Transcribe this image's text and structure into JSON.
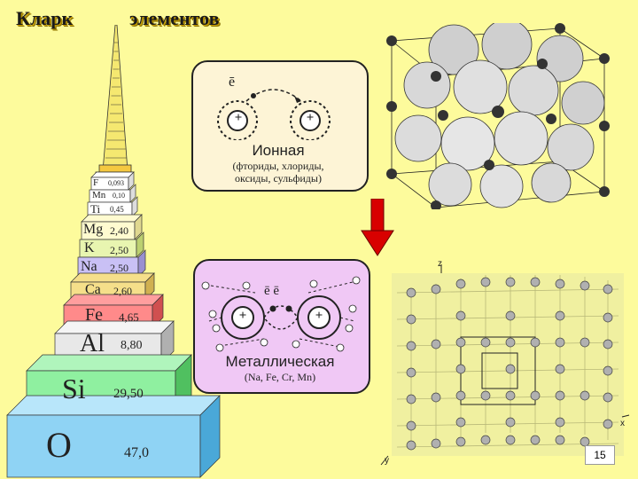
{
  "title": {
    "part1": "Кларк",
    "part2": "элементов"
  },
  "pyramid": [
    {
      "symbol": "F",
      "value": "0,093"
    },
    {
      "symbol": "Mn",
      "value": "0,10"
    },
    {
      "symbol": "Ti",
      "value": "0,45"
    },
    {
      "symbol": "Mg",
      "value": "2,40"
    },
    {
      "symbol": "K",
      "value": "2,50"
    },
    {
      "symbol": "Na",
      "value": "2,50"
    },
    {
      "symbol": "Ca",
      "value": "2,60"
    },
    {
      "symbol": "Fe",
      "value": "4,65"
    },
    {
      "symbol": "Al",
      "value": "8,80"
    },
    {
      "symbol": "Si",
      "value": "29,50"
    },
    {
      "symbol": "O",
      "value": "47,0"
    }
  ],
  "ionic_panel": {
    "electron_label": "ē",
    "plus": "+",
    "title": "Ионная",
    "subtitle_line1": "(фториды, хлориды,",
    "subtitle_line2": "оксиды, сульфиды)"
  },
  "metallic_panel": {
    "electron_label": "ē  ē",
    "plus": "+",
    "title": "Металлическая",
    "subtitle": "(Na, Fe, Cr, Mn)",
    "small_electron": "e"
  },
  "lattice_axes": {
    "x": "x",
    "y": "y",
    "z": "z"
  },
  "page_number": "15",
  "colors": {
    "background": "#fdfb9c",
    "O": "#8fd3f4",
    "Si": "#8ff0a0",
    "Al": "#e8e8e8",
    "Fe": "#ff8a8a",
    "Ca": "#f5df8a",
    "Na": "#c9c0f5",
    "K": "#e8f5b0",
    "Mg": "#fffbd0",
    "panel_ionic": "#fdf4d6",
    "panel_metallic": "#f0c8f5",
    "arrow": "#d80000"
  }
}
